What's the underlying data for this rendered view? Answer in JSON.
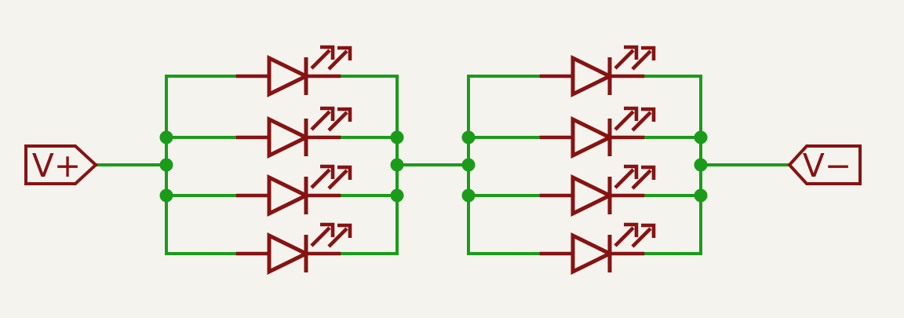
{
  "labels": {
    "power_positive": "V+",
    "power_negative": "V−"
  },
  "colors": {
    "background": "#F5F3EE",
    "wire": "#1A9C1A",
    "component": "#861313"
  },
  "circuit": {
    "component_type": "LED",
    "led_count": 8,
    "series_groups": 2,
    "parallel_leds_per_group": 4,
    "power_rails": [
      "V+",
      "V−"
    ],
    "junction_dot_count": 12
  }
}
